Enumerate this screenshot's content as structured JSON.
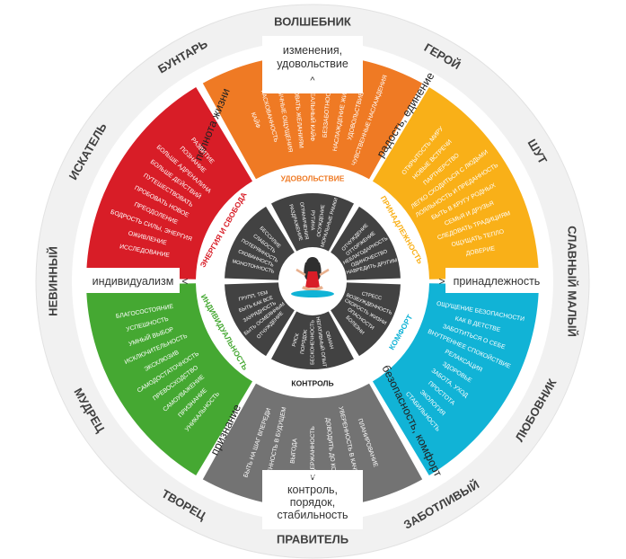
{
  "archetypes": [
    {
      "id": "magician",
      "label": "ВОЛШЕБНИК"
    },
    {
      "id": "hero",
      "label": "ГЕРОЙ"
    },
    {
      "id": "jester",
      "label": "ШУТ"
    },
    {
      "id": "everyman",
      "label": "СЛАВНЫЙ МАЛЫЙ"
    },
    {
      "id": "lover",
      "label": "ЛЮБОВНИК"
    },
    {
      "id": "caregiver",
      "label": "ЗАБОТЛИВЫЙ"
    },
    {
      "id": "ruler",
      "label": "ПРАВИТЕЛЬ"
    },
    {
      "id": "creator",
      "label": "ТВОРЕЦ"
    },
    {
      "id": "sage",
      "label": "МУДРЕЦ"
    },
    {
      "id": "innocent",
      "label": "НЕВИННЫЙ"
    },
    {
      "id": "explorer",
      "label": "ИСКАТЕЛЬ"
    },
    {
      "id": "rebel",
      "label": "БУНТАРЬ"
    }
  ],
  "axis_labels": {
    "top": [
      "изменения,",
      "удовольствие"
    ],
    "right": "принадлежность",
    "bottom": [
      "контроль,",
      "порядок,",
      "стабильность"
    ],
    "left": "индивидуализм"
  },
  "sector_outer_labels": {
    "orange": "полнота жизни",
    "yellow": "радость, единение",
    "blue": "безопасность, комфорт",
    "grey": "признание"
  },
  "sector_titles": {
    "orange": "УДОВОЛЬСТВИЕ",
    "yellow": "ПРИНАДЛЕЖНОСТЬ",
    "blue": "КОМФОРТ",
    "grey": "КОНТРОЛЬ",
    "green": "ИНДИВИДУАЛЬНОСТЬ",
    "red": "ЭНЕРГИЯ И СВОБОДА"
  },
  "sector_lists": {
    "orange": [
      "КАЙФ",
      "РАСКОВАННОСТЬ",
      "НЕОБЫЧНЫЕ ОЩУЩЕНИЯ",
      "СЛЕДОВАТЬ ЖЕЛАНИЯМ",
      "НЕРЕАЛЬНЫЙ КАЙФ",
      "БЕЗЗАБОТНОСТЬ",
      "НАСЛАЖДЕНИЕ ЖИЗНЬЮ",
      "УДОВОЛЬСТВИЕ",
      "ЧУВСТВЕННЫЕ НАСЛАЖДЕНИЯ"
    ],
    "yellow": [
      "ОТКРЫТОСТЬ МИРУ",
      "НОВЫЕ ВСТРЕЧИ",
      "ПАРТНЕРСТВО",
      "ЛЕГКО СХОДИТЬСЯ С ЛЮДЬМИ",
      "ЛОЯЛЬНОСТЬ И ПРЕДАННОСТЬ",
      "БЫТЬ В КРУГУ РОДНЫХ",
      "СЕМЬЯ И ДРУЗЬЯ",
      "СЛЕДОВАТЬ ТРАДИЦИЯМ",
      "ОЩУЩАТЬ ТЕПЛО",
      "ДОВЕРИЕ"
    ],
    "blue": [
      "ОЩУЩЕНИЕ БЕЗОПАСНОСТИ",
      "КАК В ДЕТСТВЕ",
      "ЗАБОТИТЬСЯ О СЕБЕ",
      "ВНУТРЕННЕЕ СПОКОЙСТВИЕ",
      "РЕЛАКСАЦИЯ",
      "ЗДОРОВЬЕ",
      "ЗАБОТА, УХОД",
      "ПРОСТОТА",
      "ЭКОЛОГИЯ",
      "СТАБИЛЬНОСТЬ"
    ],
    "grey": [
      "ПЛАНИРОВАНИЕ",
      "УВЕРЕННОСТЬ В КАЧЕСТВЕ",
      "ДОВОДИТЬ ДО КОНЦА",
      "СДЕРЖАННОСТЬ",
      "ВЫГОДА",
      "УВЕРЕННОСТЬ В БУДУЩЕМ",
      "БЫТЬ НА ШАГ ВПЕРЕДИ"
    ],
    "green": [
      "УНИКАЛЬНОСТЬ",
      "ПРИЗНАНИЕ",
      "САМОУВАЖЕНИЕ",
      "ПРЕВОСХОДСТВО",
      "САМОДОСТАТОЧНОСТЬ",
      "ЭКСКЛЮЗИВ",
      "ИСКЛЮЧИТЕЛЬНОСТЬ",
      "УМНЫЙ ВЫБОР",
      "УСПЕШНОСТЬ",
      "БЛАГОСОСТОЯНИЕ"
    ],
    "red": [
      "ИССЛЕДОВАНИЕ",
      "ОЖИВЛЕНИЕ",
      "БОДРОСТЬ СИЛЫ, ЭНЕРГИЯ",
      "ПРЕОДОЛЕНИЕ",
      "ПРОБОВАТЬ НОВОЕ",
      "ПУТЕШЕСТВОВАТЬ",
      "БОЛЬШЕ ДЕЙСТВИЙ",
      "БОЛЬШЕ АДРЕНАЛИНА",
      "ПОЗНАНИЕ",
      "РАЗВИТИЕ"
    ]
  },
  "inner_lists": {
    "orange": [
      "РАЗДРАЖЕНИЕ",
      "ОГРАНИЧЕНИЯ",
      "РУТИНА",
      "ОСУЖДЕНИЕ",
      "МОРАЛЬНЫЕ РАМКИ"
    ],
    "yellow": [
      "ОТЧУЖДЕНИЕ",
      "ОТТОРЖЕНИЕ",
      "НЕБЛАГОДАРНОСТЬ",
      "ОДИНОЧЕСТВО",
      "НАВРЕДИТЬ ДРУГИМ"
    ],
    "blue": [
      "СТРЕСС",
      "ВОЗБУЖДЕННОСТЬ",
      "СКОРОСТЬ ЖИЗНИ",
      "ОПАСНОСТИ",
      "БОЛЕЗНИ"
    ],
    "grey": [
      "ОБМАН",
      "НЕГАТИВНЫЙ ОПЫТ",
      "БЕСКОНЕЧНОСТЬ",
      "ПОРЯДОК",
      "РИСК"
    ],
    "green": [
      "ОТЧУЖДЕНИЕ",
      "БЫТЬ ОСМЕЯННЫМ",
      "ЗАУРЯДНОСТЬ",
      "БЫТЬ КАК ВСЕ",
      "ГРУПП. ТЕМ"
    ],
    "red": [
      "МОНОТОННОСТЬ",
      "СКОВАННОСТЬ",
      "ПОТЕРЯННОСТЬ",
      "СЛАБОСТЬ",
      "БЕССИЛИЕ"
    ]
  },
  "colors": {
    "orange": "#ef7a24",
    "yellow": "#f9b018",
    "blue": "#11b3d6",
    "grey": "#737373",
    "green": "#45a832",
    "red": "#d81d27",
    "dark": "#424242",
    "ring": "#f1f1f1",
    "ring_text": "#404040"
  },
  "arrows": {
    "top": "^",
    "bottom": "v",
    "left": "<",
    "right": ">"
  }
}
